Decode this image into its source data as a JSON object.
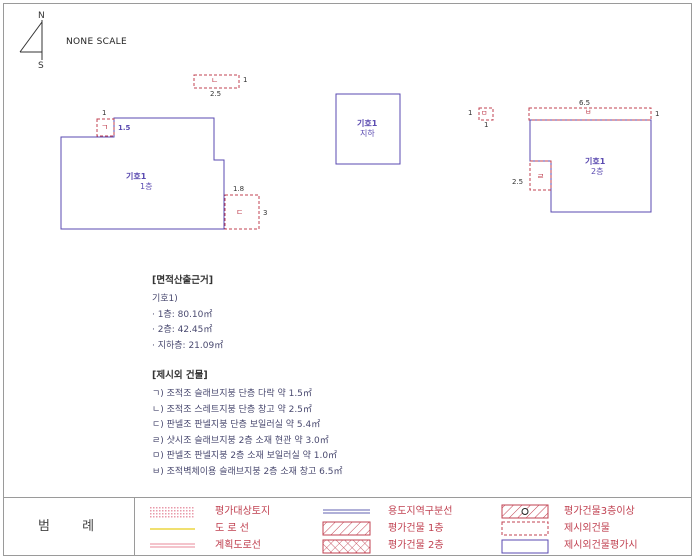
{
  "compass": {
    "north": "N",
    "south": "S"
  },
  "scale_label": "NONE SCALE",
  "drawing": {
    "main_building": {
      "name": "기호1",
      "floor": "1층"
    },
    "basement_building": {
      "name": "기호1",
      "floor": "지하"
    },
    "second_floor_building": {
      "name": "기호1",
      "floor": "2층"
    },
    "annex_a": {
      "mark": "ㄱ",
      "w": "1",
      "h": "1.5"
    },
    "annex_b": {
      "mark": "ㄴ",
      "w": "2.5",
      "h": "1"
    },
    "annex_c": {
      "mark": "ㄷ",
      "w": "1.8",
      "h": "3"
    },
    "annex_d": {
      "mark": "ㄹ",
      "w": "2.5"
    },
    "annex_e": {
      "mark": "ㅁ",
      "w": "1",
      "h": "1"
    },
    "annex_f": {
      "mark": "ㅂ",
      "w": "6.5",
      "h": "1"
    }
  },
  "notes": {
    "area_title": "[면적산출근거]",
    "area_subject": "기호1)",
    "area_lines": [
      "· 1층:  80.10㎡",
      "· 2층:  42.45㎡",
      "· 지하층:  21.09㎡"
    ],
    "excluded_title": "[제시외 건물]",
    "excluded_lines": [
      "ㄱ) 조적조 슬래브지붕 단층 다락 약 1.5㎡",
      "ㄴ) 조적조 스레트지붕 단층 창고 약 2.5㎡",
      "ㄷ) 판넬조 판넬지붕 단층 보일러실 약 5.4㎡",
      "ㄹ) 샷시조 슬래브지붕 2층 소재 현관 약 3.0㎡",
      "ㅁ) 판넬조 판넬지붕 2층 소재 보일러실 약 1.0㎡",
      "ㅂ) 조적벽체이용 슬래브지붕 2층 소재 창고 6.5㎡"
    ]
  },
  "legend": {
    "title": "범 례",
    "items": [
      {
        "label": "평가대상토지",
        "symbol": "pink-dotted-fill",
        "color": "#f2b8c4"
      },
      {
        "label": "도 로 선",
        "symbol": "yellow-line",
        "color": "#f0e070"
      },
      {
        "label": "계획도로선",
        "symbol": "pink-double-line",
        "color": "#e88a9a"
      },
      {
        "label": "용도지역구분선",
        "symbol": "blue-double-line",
        "color": "#6060b0"
      },
      {
        "label": "평가건물 1층",
        "symbol": "red-hatched-box",
        "color": "#c04050"
      },
      {
        "label": "평가건물 2층",
        "symbol": "red-crosshatched-box",
        "color": "#c04050"
      },
      {
        "label": "평가건물3층이상",
        "symbol": "hatched-box-circle",
        "color": "#c04050"
      },
      {
        "label": "제시외건물",
        "symbol": "dashed-box",
        "color": "#c04050"
      },
      {
        "label": "제시외건물평가시",
        "symbol": "blue-box",
        "color": "#5a4ab0"
      }
    ]
  }
}
